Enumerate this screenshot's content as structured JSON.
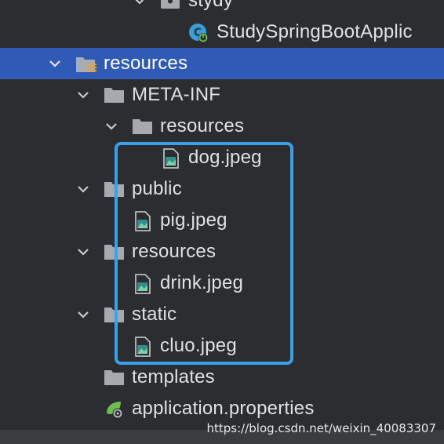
{
  "tree": {
    "items": [
      {
        "label": "stydy",
        "icon": "package-icon",
        "expanded": true
      },
      {
        "label": "StudySpringBootApplic",
        "icon": "spring-boot-class-icon"
      },
      {
        "label": "resources",
        "icon": "resources-folder-icon",
        "expanded": true,
        "selected": true
      },
      {
        "label": "META-INF",
        "icon": "folder-icon",
        "expanded": true
      },
      {
        "label": "resources",
        "icon": "folder-icon",
        "expanded": true
      },
      {
        "label": "dog.jpeg",
        "icon": "image-file-icon"
      },
      {
        "label": "public",
        "icon": "folder-icon",
        "expanded": true
      },
      {
        "label": "pig.jpeg",
        "icon": "image-file-icon"
      },
      {
        "label": "resources",
        "icon": "folder-icon",
        "expanded": true
      },
      {
        "label": "drink.jpeg",
        "icon": "image-file-icon"
      },
      {
        "label": "static",
        "icon": "folder-icon",
        "expanded": true
      },
      {
        "label": "cluo.jpeg",
        "icon": "image-file-icon"
      },
      {
        "label": "templates",
        "icon": "folder-icon"
      },
      {
        "label": "application.properties",
        "icon": "spring-properties-icon"
      }
    ]
  },
  "watermark": "https://blog.csdn.net/weixin_40083307",
  "colors": {
    "background": "#2b2d30",
    "selection": "#2f5bb7",
    "highlight_box": "#3aa0ea",
    "text": "#dfe1e5"
  }
}
